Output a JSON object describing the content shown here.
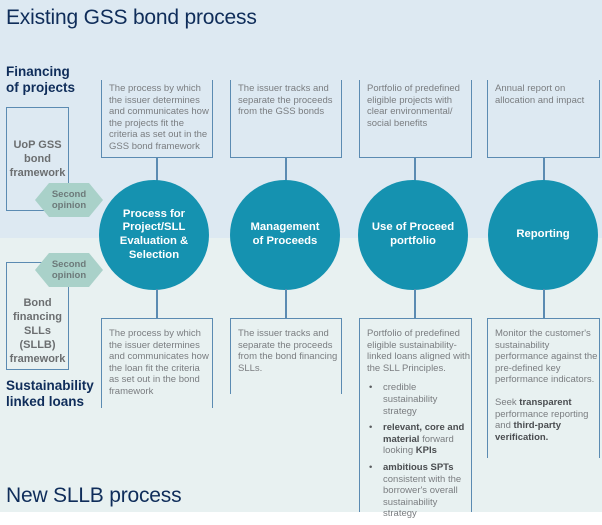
{
  "titles": {
    "existing": "Existing GSS bond process",
    "new": "New SLLB process"
  },
  "section_labels": {
    "top": [
      "Financing",
      "of projects"
    ],
    "bottom": [
      "Sustainability",
      "linked loans"
    ]
  },
  "left_boxes": {
    "top": [
      "UoP GSS",
      "bond",
      "framework"
    ],
    "bottom": [
      "Bond",
      "financing",
      "SLLs (SLLB)",
      "framework"
    ]
  },
  "second_opinion": {
    "top": [
      "Second",
      "opinion"
    ],
    "bottom": [
      "Second",
      "opinion"
    ]
  },
  "colors": {
    "circle": "#1592b0",
    "hexagon": "#a9d1c9",
    "border": "#5b8bb2",
    "title": "#0f2d5a",
    "bg_top": "#dde9f2",
    "bg_bottom": "#e8f1f1"
  },
  "stages": [
    {
      "circle": [
        "Process for",
        "Project/SLL",
        "Evaluation &",
        "Selection"
      ],
      "top_text": "The process by which the issuer determines and communicates how the projects fit the criteria as set out in the GSS bond framework",
      "bottom_text": "The process by which the issuer determines and communicates how the loan fit the criteria as set out in the bond framework"
    },
    {
      "circle": [
        "Management",
        "of Proceeds"
      ],
      "top_text": "The issuer tracks and separate the proceeds from the GSS bonds",
      "bottom_text": "The issuer tracks and separate the proceeds from the bond financing SLLs."
    },
    {
      "circle": [
        "Use of Proceed",
        "portfolio"
      ],
      "top_text": "Portfolio of predefined eligible projects with clear environmental/ social benefits",
      "bottom_text": "Portfolio of predefined eligible sustainability-linked loans aligned with the SLL Principles.",
      "bottom_bullets": [
        [
          {
            "t": "credible sustainability strategy",
            "b": false
          }
        ],
        [
          {
            "t": "relevant, core and material",
            "b": true
          },
          {
            "t": " forward looking ",
            "b": false
          },
          {
            "t": "KPIs",
            "b": true
          }
        ],
        [
          {
            "t": "ambitious SPTs",
            "b": true
          },
          {
            "t": " consistent with the borrower's overall sustainability strategy",
            "b": false
          }
        ]
      ]
    },
    {
      "circle": [
        "Reporting"
      ],
      "top_text": "Annual report on allocation and impact",
      "bottom_paragraphs": [
        [
          {
            "t": "Monitor the customer's sustainability performance against the pre-defined key performance indicators.",
            "b": false
          }
        ],
        [
          {
            "t": "Seek ",
            "b": false
          },
          {
            "t": "transparent",
            "b": true
          },
          {
            "t": " performance reporting and ",
            "b": false
          },
          {
            "t": "third-party verification.",
            "b": true
          }
        ]
      ]
    }
  ]
}
